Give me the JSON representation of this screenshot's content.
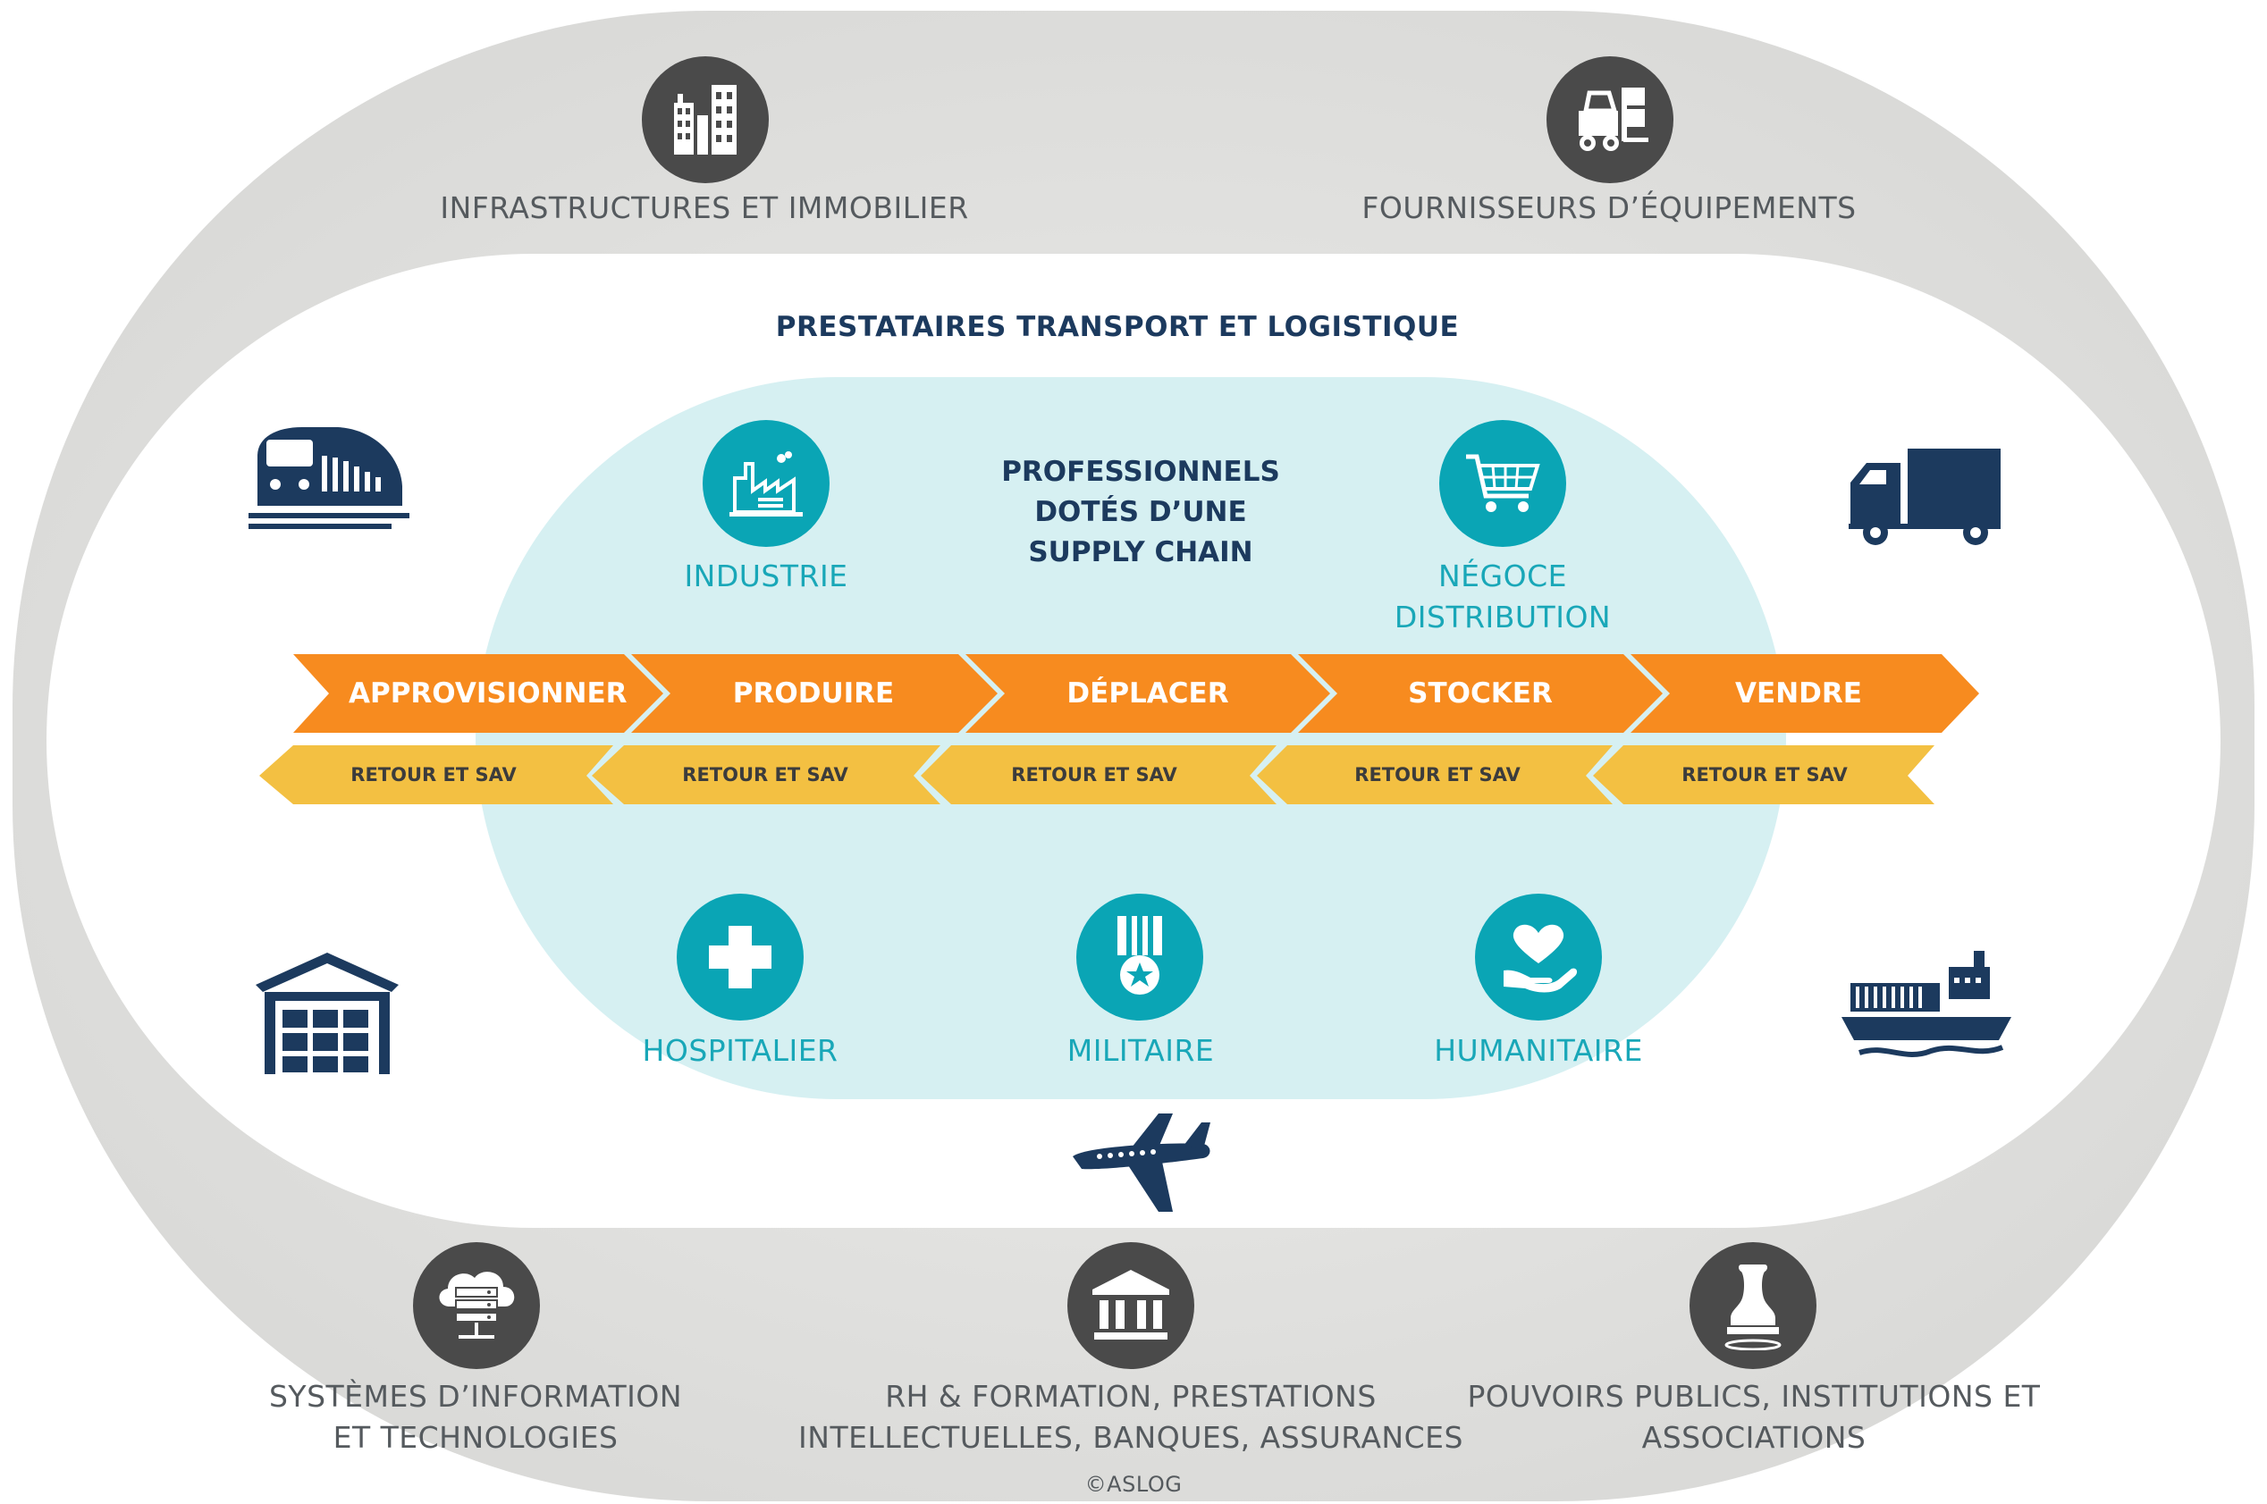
{
  "diagram": {
    "outer_ring": {
      "top_left": "INFRASTRUCTURES ET IMMOBILIER",
      "top_right": "FOURNISSEURS D’ÉQUIPEMENTS",
      "bottom_left_line1": "SYSTÈMES D’INFORMATION",
      "bottom_left_line2": "ET TECHNOLOGIES",
      "bottom_center_line1": "RH & FORMATION, PRESTATIONS",
      "bottom_center_line2": "INTELLECTUELLES, BANQUES, ASSURANCES",
      "bottom_right_line1": "POUVOIRS PUBLICS, INSTITUTIONS ET",
      "bottom_right_line2": "ASSOCIATIONS",
      "copyright": "©ASLOG"
    },
    "middle_ring": {
      "title": "PRESTATAIRES TRANSPORT ET LOGISTIQUE"
    },
    "core": {
      "title_line1": "PROFESSIONNELS",
      "title_line2": "DOTÉS D’UNE",
      "title_line3": "SUPPLY CHAIN",
      "sectors": {
        "industrie": "INDUSTRIE",
        "negoce_line1": "NÉGOCE",
        "negoce_line2": "DISTRIBUTION",
        "hospitalier": "HOSPITALIER",
        "militaire": "MILITAIRE",
        "humanitaire": "HUMANITAIRE"
      }
    },
    "flow_steps": [
      "APPROVISIONNER",
      "PRODUIRE",
      "DÉPLACER",
      "STOCKER",
      "VENDRE"
    ],
    "return_steps": [
      "RETOUR ET SAV",
      "RETOUR ET SAV",
      "RETOUR ET SAV",
      "RETOUR ET SAV",
      "RETOUR ET SAV"
    ],
    "icons": {
      "outer": [
        "buildings-icon",
        "forklift-icon",
        "server-cloud-icon",
        "bank-icon",
        "stamp-icon"
      ],
      "core": [
        "factory-icon",
        "shopping-cart-icon",
        "medical-cross-icon",
        "medal-icon",
        "heart-hand-icon"
      ],
      "transport": [
        "train-icon",
        "truck-icon",
        "warehouse-icon",
        "container-ship-icon",
        "airplane-icon"
      ]
    },
    "colors": {
      "outer_ring": "#dcdcda",
      "core_bg": "#d6f0f2",
      "navy": "#1c3a5e",
      "teal": "#0aa5b5",
      "orange": "#f78b1f",
      "yellow": "#f3c042",
      "dark_icon": "#4a4a4a",
      "grey_text": "#555a5e"
    }
  }
}
